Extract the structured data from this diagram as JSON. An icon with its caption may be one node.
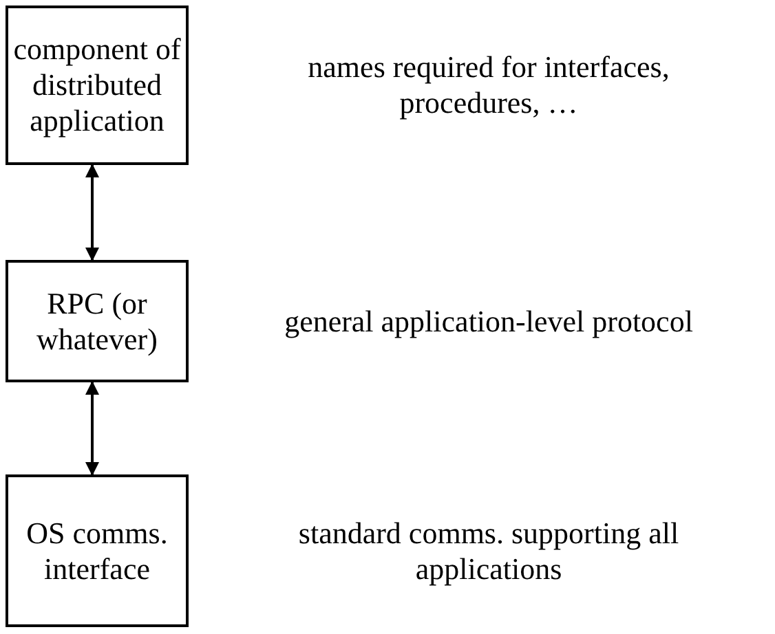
{
  "diagram": {
    "nodes": [
      {
        "text": [
          "component of distributed application"
        ],
        "beside": [
          "names required for interfaces, procedures, …"
        ]
      },
      {
        "text": [
          "RPC (or whatever)"
        ],
        "beside": [
          "general application-level protocol"
        ]
      },
      {
        "text": [
          "OS comms. interface"
        ],
        "beside": [
          "standard comms. supporting all applications"
        ]
      }
    ],
    "edges": [
      {
        "from": 0,
        "to": 1,
        "arrow": "both"
      },
      {
        "from": 1,
        "to": 2,
        "arrow": "both"
      }
    ]
  }
}
